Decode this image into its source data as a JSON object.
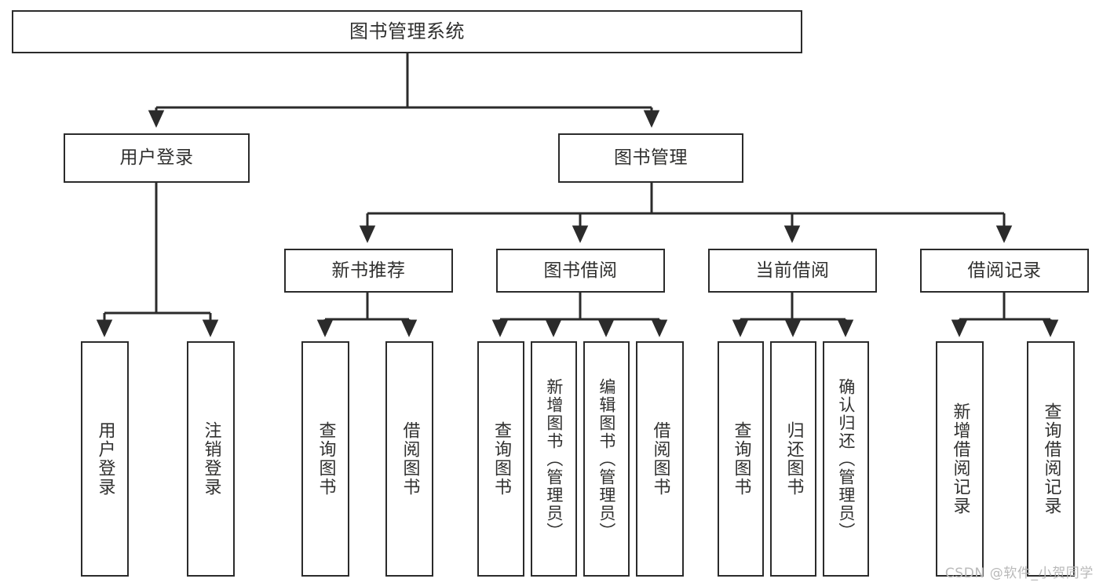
{
  "diagram": {
    "title": "图书管理系统",
    "watermark": "CSDN @软件_小贺同学",
    "nodes": {
      "root": {
        "label": "图书管理系统"
      },
      "level1": [
        {
          "id": "user-login",
          "label": "用户登录"
        },
        {
          "id": "book-manage",
          "label": "图书管理"
        }
      ],
      "level2": [
        {
          "id": "new-book-recommend",
          "label": "新书推荐"
        },
        {
          "id": "book-borrow",
          "label": "图书借阅"
        },
        {
          "id": "current-borrow",
          "label": "当前借阅"
        },
        {
          "id": "borrow-record",
          "label": "借阅记录"
        }
      ],
      "leaves": {
        "user_login": [
          {
            "id": "leaf-user-login",
            "label": "用户登录"
          },
          {
            "id": "leaf-logout-login",
            "label": "注销登录"
          }
        ],
        "new_book_recommend": [
          {
            "id": "leaf-query-book-1",
            "label": "查询图书"
          },
          {
            "id": "leaf-borrow-book-1",
            "label": "借阅图书"
          }
        ],
        "book_borrow": [
          {
            "id": "leaf-query-book-2",
            "label": "查询图书"
          },
          {
            "id": "leaf-add-book",
            "label": "新增图书（管理员）"
          },
          {
            "id": "leaf-edit-book",
            "label": "编辑图书（管理员）"
          },
          {
            "id": "leaf-borrow-book-2",
            "label": "借阅图书"
          }
        ],
        "current_borrow": [
          {
            "id": "leaf-query-book-3",
            "label": "查询图书"
          },
          {
            "id": "leaf-return-book",
            "label": "归还图书"
          },
          {
            "id": "leaf-confirm-return",
            "label": "确认归还（管理员）"
          }
        ],
        "borrow_record": [
          {
            "id": "leaf-add-record",
            "label": "新增借阅记录"
          },
          {
            "id": "leaf-query-record",
            "label": "查询借阅记录"
          }
        ]
      }
    },
    "colors": {
      "border": "#2b2b2b",
      "text": "#30302f",
      "background": "#ffffff",
      "edge": "#2b2b2b",
      "watermark": "#b9b9b9"
    }
  }
}
